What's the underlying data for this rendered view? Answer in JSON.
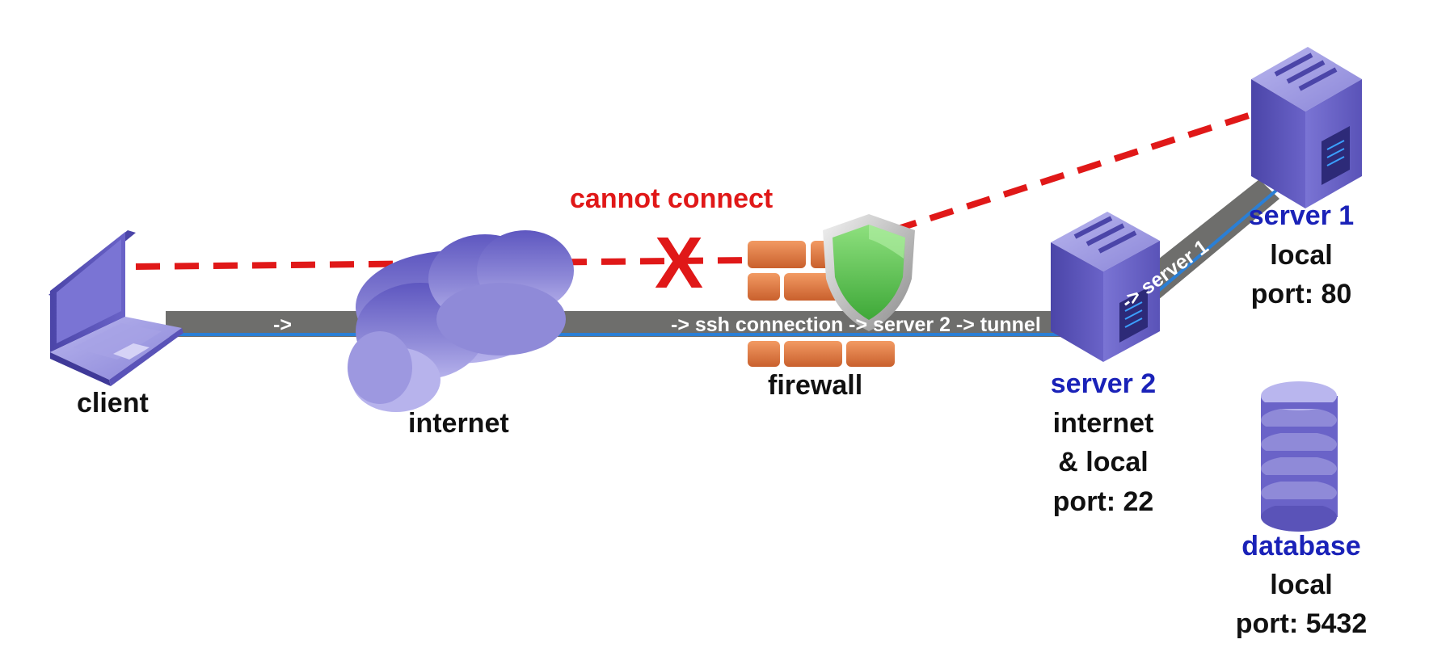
{
  "labels": {
    "client": "client",
    "internet": "internet",
    "firewall": "firewall",
    "cannot_connect": "cannot connect",
    "x_mark": "X",
    "tunnel_arrow_left": "->",
    "tunnel_path": "-> ssh connection -> server 2 -> tunnel",
    "tunnel_to_server1": "-> server 1",
    "server2": {
      "name": "server 2",
      "line1": "internet",
      "line2": "& local",
      "line3": "port: 22"
    },
    "server1": {
      "name": "server 1",
      "line1": "local",
      "line2": "port: 80"
    },
    "database": {
      "name": "database",
      "line1": "local",
      "line2": "port: 5432"
    }
  },
  "colors": {
    "tunnel_gray": "#6e6e6c",
    "tunnel_blue": "#2a7fd6",
    "blocked_red": "#e01818",
    "name_blue": "#1a22b8",
    "device_purple": "#6a63c8",
    "brick_orange": "#e07a45",
    "shield_green": "#5cc84a"
  },
  "icons": [
    "laptop-icon",
    "cloud-icon",
    "firewall-icon",
    "shield-icon",
    "server-icon",
    "database-icon"
  ]
}
